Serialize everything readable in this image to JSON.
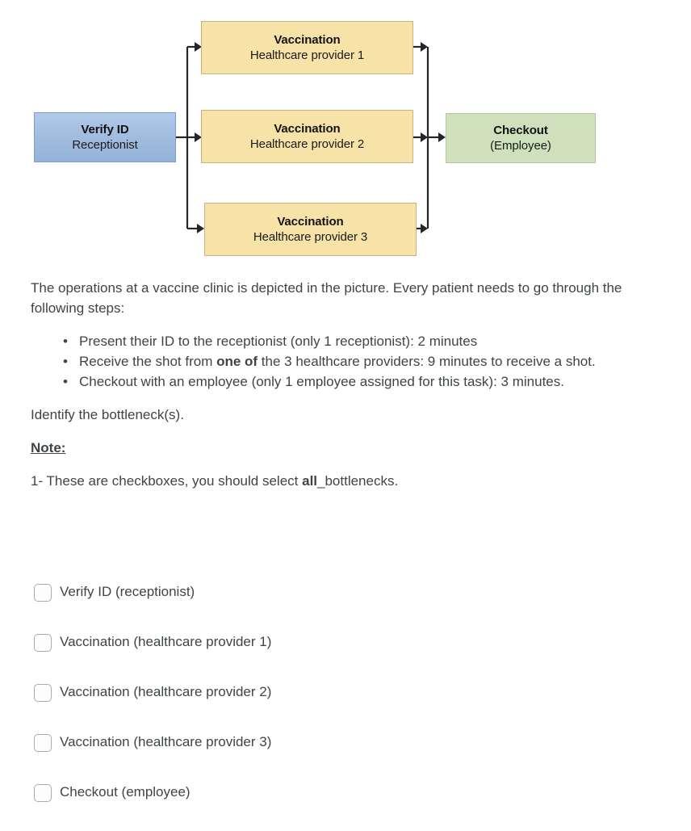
{
  "diagram": {
    "nodes": {
      "verify": {
        "title": "Verify ID",
        "subtitle": "Receptionist",
        "color": "#a2bddf"
      },
      "vaccination_1": {
        "title": "Vaccination",
        "subtitle": "Healthcare provider 1",
        "color": "#f7e3a8"
      },
      "vaccination_2": {
        "title": "Vaccination",
        "subtitle": "Healthcare provider 2",
        "color": "#f7e3a8"
      },
      "vaccination_3": {
        "title": "Vaccination",
        "subtitle": "Healthcare provider 3",
        "color": "#f7e3a8"
      },
      "checkout": {
        "title": "Checkout",
        "subtitle": "(Employee)",
        "color": "#cfe0bc"
      }
    },
    "arrow_color": "#262626"
  },
  "prose": {
    "intro": "The operations at a vaccine clinic is depicted in the picture. Every patient needs to go through the following steps:",
    "steps": [
      {
        "pre": "Present their ID to the receptionist (only 1 receptionist):  2 minutes",
        "bold": "",
        "post": ""
      },
      {
        "pre": "Receive the shot from ",
        "bold": "one of",
        "post": " the 3 healthcare providers: 9 minutes to receive a shot."
      },
      {
        "pre": "Checkout with an employee (only 1 employee assigned for this task): 3 minutes.",
        "bold": "",
        "post": ""
      }
    ],
    "question": "Identify the bottleneck(s).",
    "note_heading": "Note:",
    "note_pre": "1- These are checkboxes, you should select ",
    "note_bold": "all",
    "note_post": "_bottlenecks."
  },
  "options": [
    {
      "label": "Verify ID (receptionist)",
      "checked": false
    },
    {
      "label": "Vaccination (healthcare provider 1)",
      "checked": false
    },
    {
      "label": "Vaccination (healthcare provider 2)",
      "checked": false
    },
    {
      "label": "Vaccination (healthcare provider 3)",
      "checked": false
    },
    {
      "label": "Checkout (employee)",
      "checked": false
    }
  ]
}
